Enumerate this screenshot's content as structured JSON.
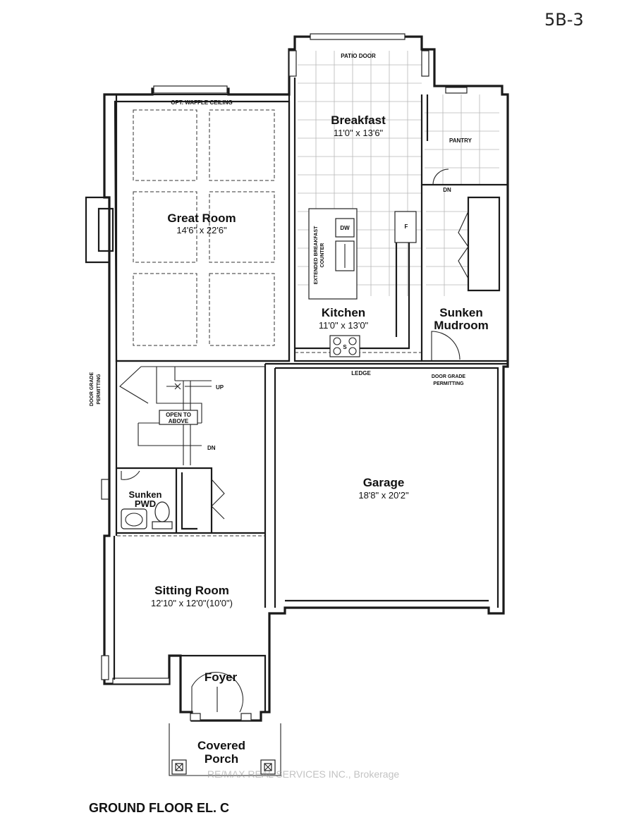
{
  "sheet_code": "5B-3",
  "title": "GROUND FLOOR EL. C",
  "watermark": "RE/MAX REAL SERVICES INC., Brokerage",
  "rooms": {
    "great_room": {
      "name": "Great Room",
      "dims": "14'6\" x 22'6\""
    },
    "breakfast": {
      "name": "Breakfast",
      "dims": "11'0\" x 13'6\""
    },
    "kitchen": {
      "name": "Kitchen",
      "dims": "11'0\" x 13'0\""
    },
    "sunken_mudroom": {
      "name_line1": "Sunken",
      "name_line2": "Mudroom"
    },
    "garage": {
      "name": "Garage",
      "dims": "18'8\" x 20'2\""
    },
    "sunken_pwd": {
      "name_line1": "Sunken",
      "name_line2": "PWD"
    },
    "sitting_room": {
      "name": "Sitting Room",
      "dims": "12'10\" x 12'0\"(10'0\")"
    },
    "foyer": {
      "name": "Foyer"
    },
    "covered_porch": {
      "name_line1": "Covered",
      "name_line2": "Porch"
    }
  },
  "labels": {
    "patio_door": "PATIO DOOR",
    "waffle_ceiling": "OPT. WAFFLE CEILING",
    "pantry": "PANTRY",
    "dn_mudroom": "DN",
    "dw": "DW",
    "fridge": "F",
    "sink": "S",
    "counter_line1": "EXTENDED BREAKFAST",
    "counter_line2": "COUNTER",
    "ledge": "LEDGE",
    "door_grade_right_1": "DOOR GRADE",
    "door_grade_right_2": "PERMITTING",
    "door_grade_left_1": "DOOR GRADE",
    "door_grade_left_2": "PERMITTING",
    "up": "UP",
    "open_to_above_1": "OPEN TO",
    "open_to_above_2": "ABOVE",
    "dn_stair": "DN"
  }
}
